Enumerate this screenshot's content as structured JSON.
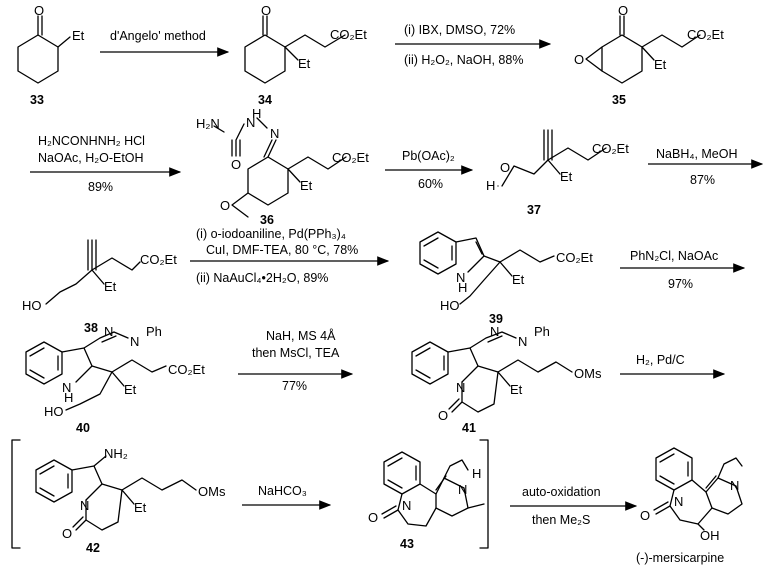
{
  "compounds": {
    "c33": "33",
    "c34": "34",
    "c35": "35",
    "c36": "36",
    "c37": "37",
    "c38": "38",
    "c39": "39",
    "c40": "40",
    "c41": "41",
    "c42": "42",
    "c43": "43",
    "final": "(-)-mersicarpine"
  },
  "atoms": {
    "O": "O",
    "Et": "Et",
    "CO2Et": "CO₂Et",
    "H2N": "H₂N",
    "N": "N",
    "H": "H",
    "HO": "HO",
    "Ph": "Ph",
    "OMs": "OMs",
    "NH2": "NH₂",
    "OH": "OH"
  },
  "reagents": {
    "step1": "d'Angelo' method",
    "step2a": "(i) IBX, DMSO, 72%",
    "step2b": "(ii) H₂O₂, NaOH, 88%",
    "step3a": "H₂NCONHNH₂ HCl",
    "step3b": "NaOAc, H₂O-EtOH",
    "step3c": "89%",
    "step4a": "Pb(OAc)₂",
    "step4b": "60%",
    "step5a": "NaBH₄, MeOH",
    "step5b": "87%",
    "step6a": "(i) o-iodoaniline, Pd(PPh₃)₄",
    "step6b": "CuI, DMF-TEA, 80 °C, 78%",
    "step6c": "(ii) NaAuCl₄•2H₂O,  89%",
    "step7a": "PhN₂Cl, NaOAc",
    "step7b": "97%",
    "step8a": "NaH, MS 4Å",
    "step8b": "then MsCl, TEA",
    "step8c": "77%",
    "step9a": "H₂, Pd/C",
    "step10a": "NaHCO₃",
    "step11a": "auto-oxidation",
    "step11b": "then Me₂S"
  }
}
